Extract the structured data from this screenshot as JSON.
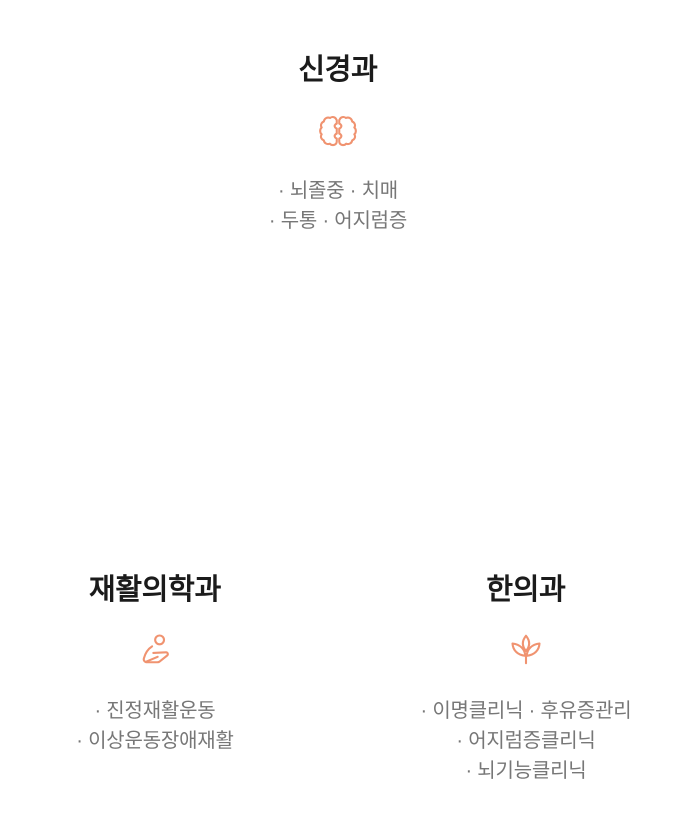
{
  "page": {
    "background_color": "#ffffff",
    "accent_color": "#f09370",
    "title_color": "#1b1b1b",
    "body_text_color": "#777777"
  },
  "departments": [
    {
      "title": "신경과",
      "icon": "brain-icon",
      "lines": [
        "· 뇌졸중 · 치매",
        "· 두통 · 어지럼증"
      ]
    },
    {
      "title": "재활의학과",
      "icon": "person-rehab-icon",
      "lines": [
        "· 진정재활운동",
        "· 이상운동장애재활"
      ]
    },
    {
      "title": "한의과",
      "icon": "lotus-icon",
      "lines": [
        "· 이명클리닉 · 후유증관리",
        "· 어지럼증클리닉",
        "· 뇌기능클리닉"
      ]
    }
  ]
}
